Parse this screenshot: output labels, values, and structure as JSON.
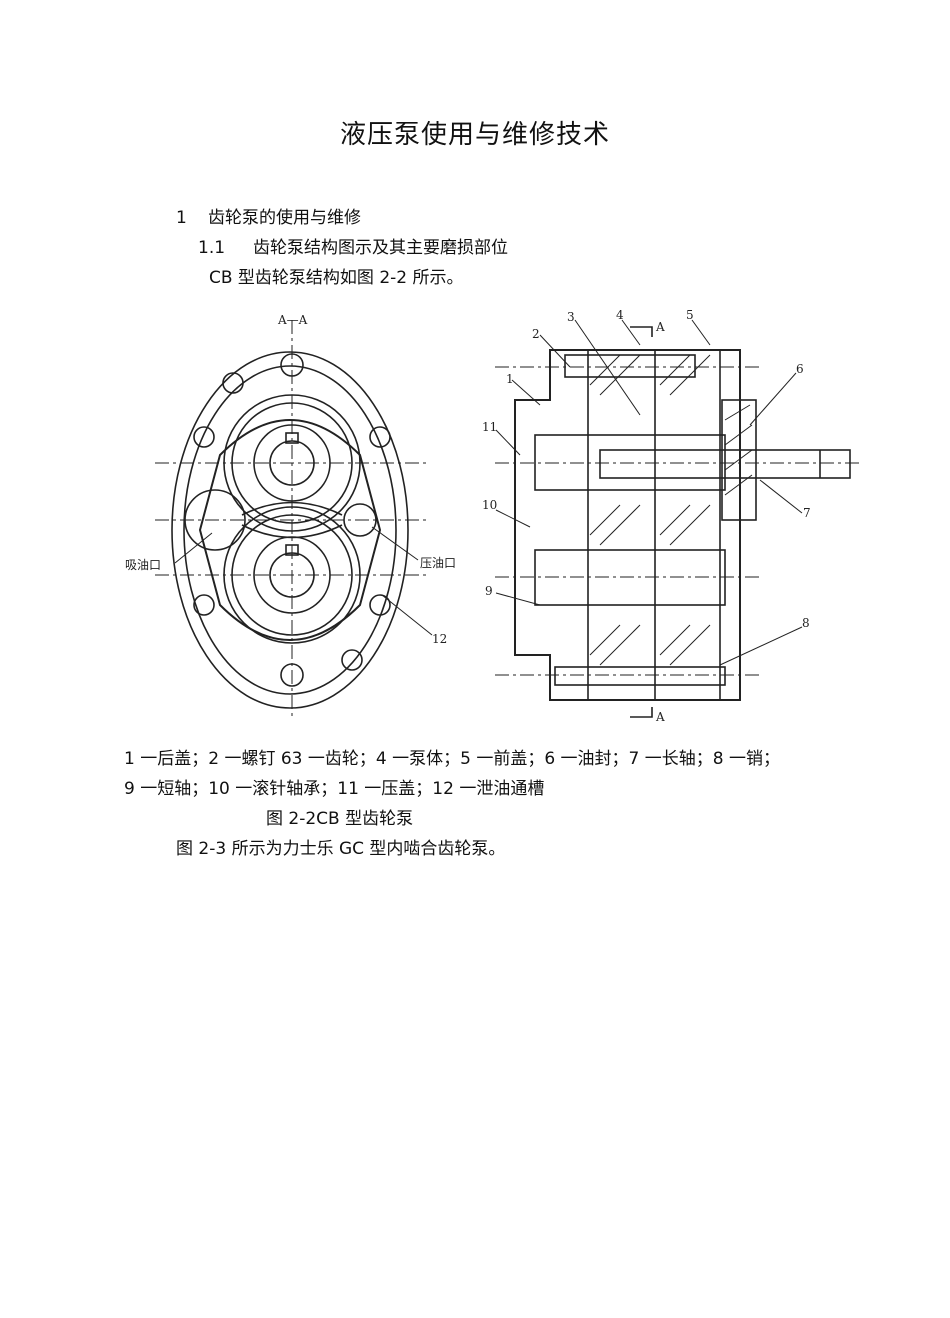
{
  "document": {
    "title": "液压泵使用与维修技术",
    "section1": {
      "number": "1",
      "text": "齿轮泵的使用与维修"
    },
    "section1_1": {
      "number": "1.1",
      "text": "齿轮泵结构图示及其主要磨损部位"
    },
    "intro": "CB 型齿轮泵结构如图 2-2 所示。",
    "figure": {
      "section_label": "A—A",
      "suction_label": "吸油口",
      "pressure_label": "压油口",
      "arrow_label_top": "A",
      "arrow_label_bottom": "A",
      "part_numbers": [
        "1",
        "2",
        "3",
        "4",
        "5",
        "6",
        "7",
        "8",
        "9",
        "10",
        "11",
        "12"
      ]
    },
    "legend_line1": "1 一后盖；2 一螺钉 63 一齿轮；4 一泵体；5 一前盖；6 一油封；7 一长轴；8 一销；",
    "legend_line2": "9 一短轴；10 一滚针轴承；11 一压盖；12 一泄油通槽",
    "caption": "图 2-2CB 型齿轮泵",
    "next_paragraph": "图 2-3 所示为力士乐 GC 型内啮合齿轮泵。"
  }
}
